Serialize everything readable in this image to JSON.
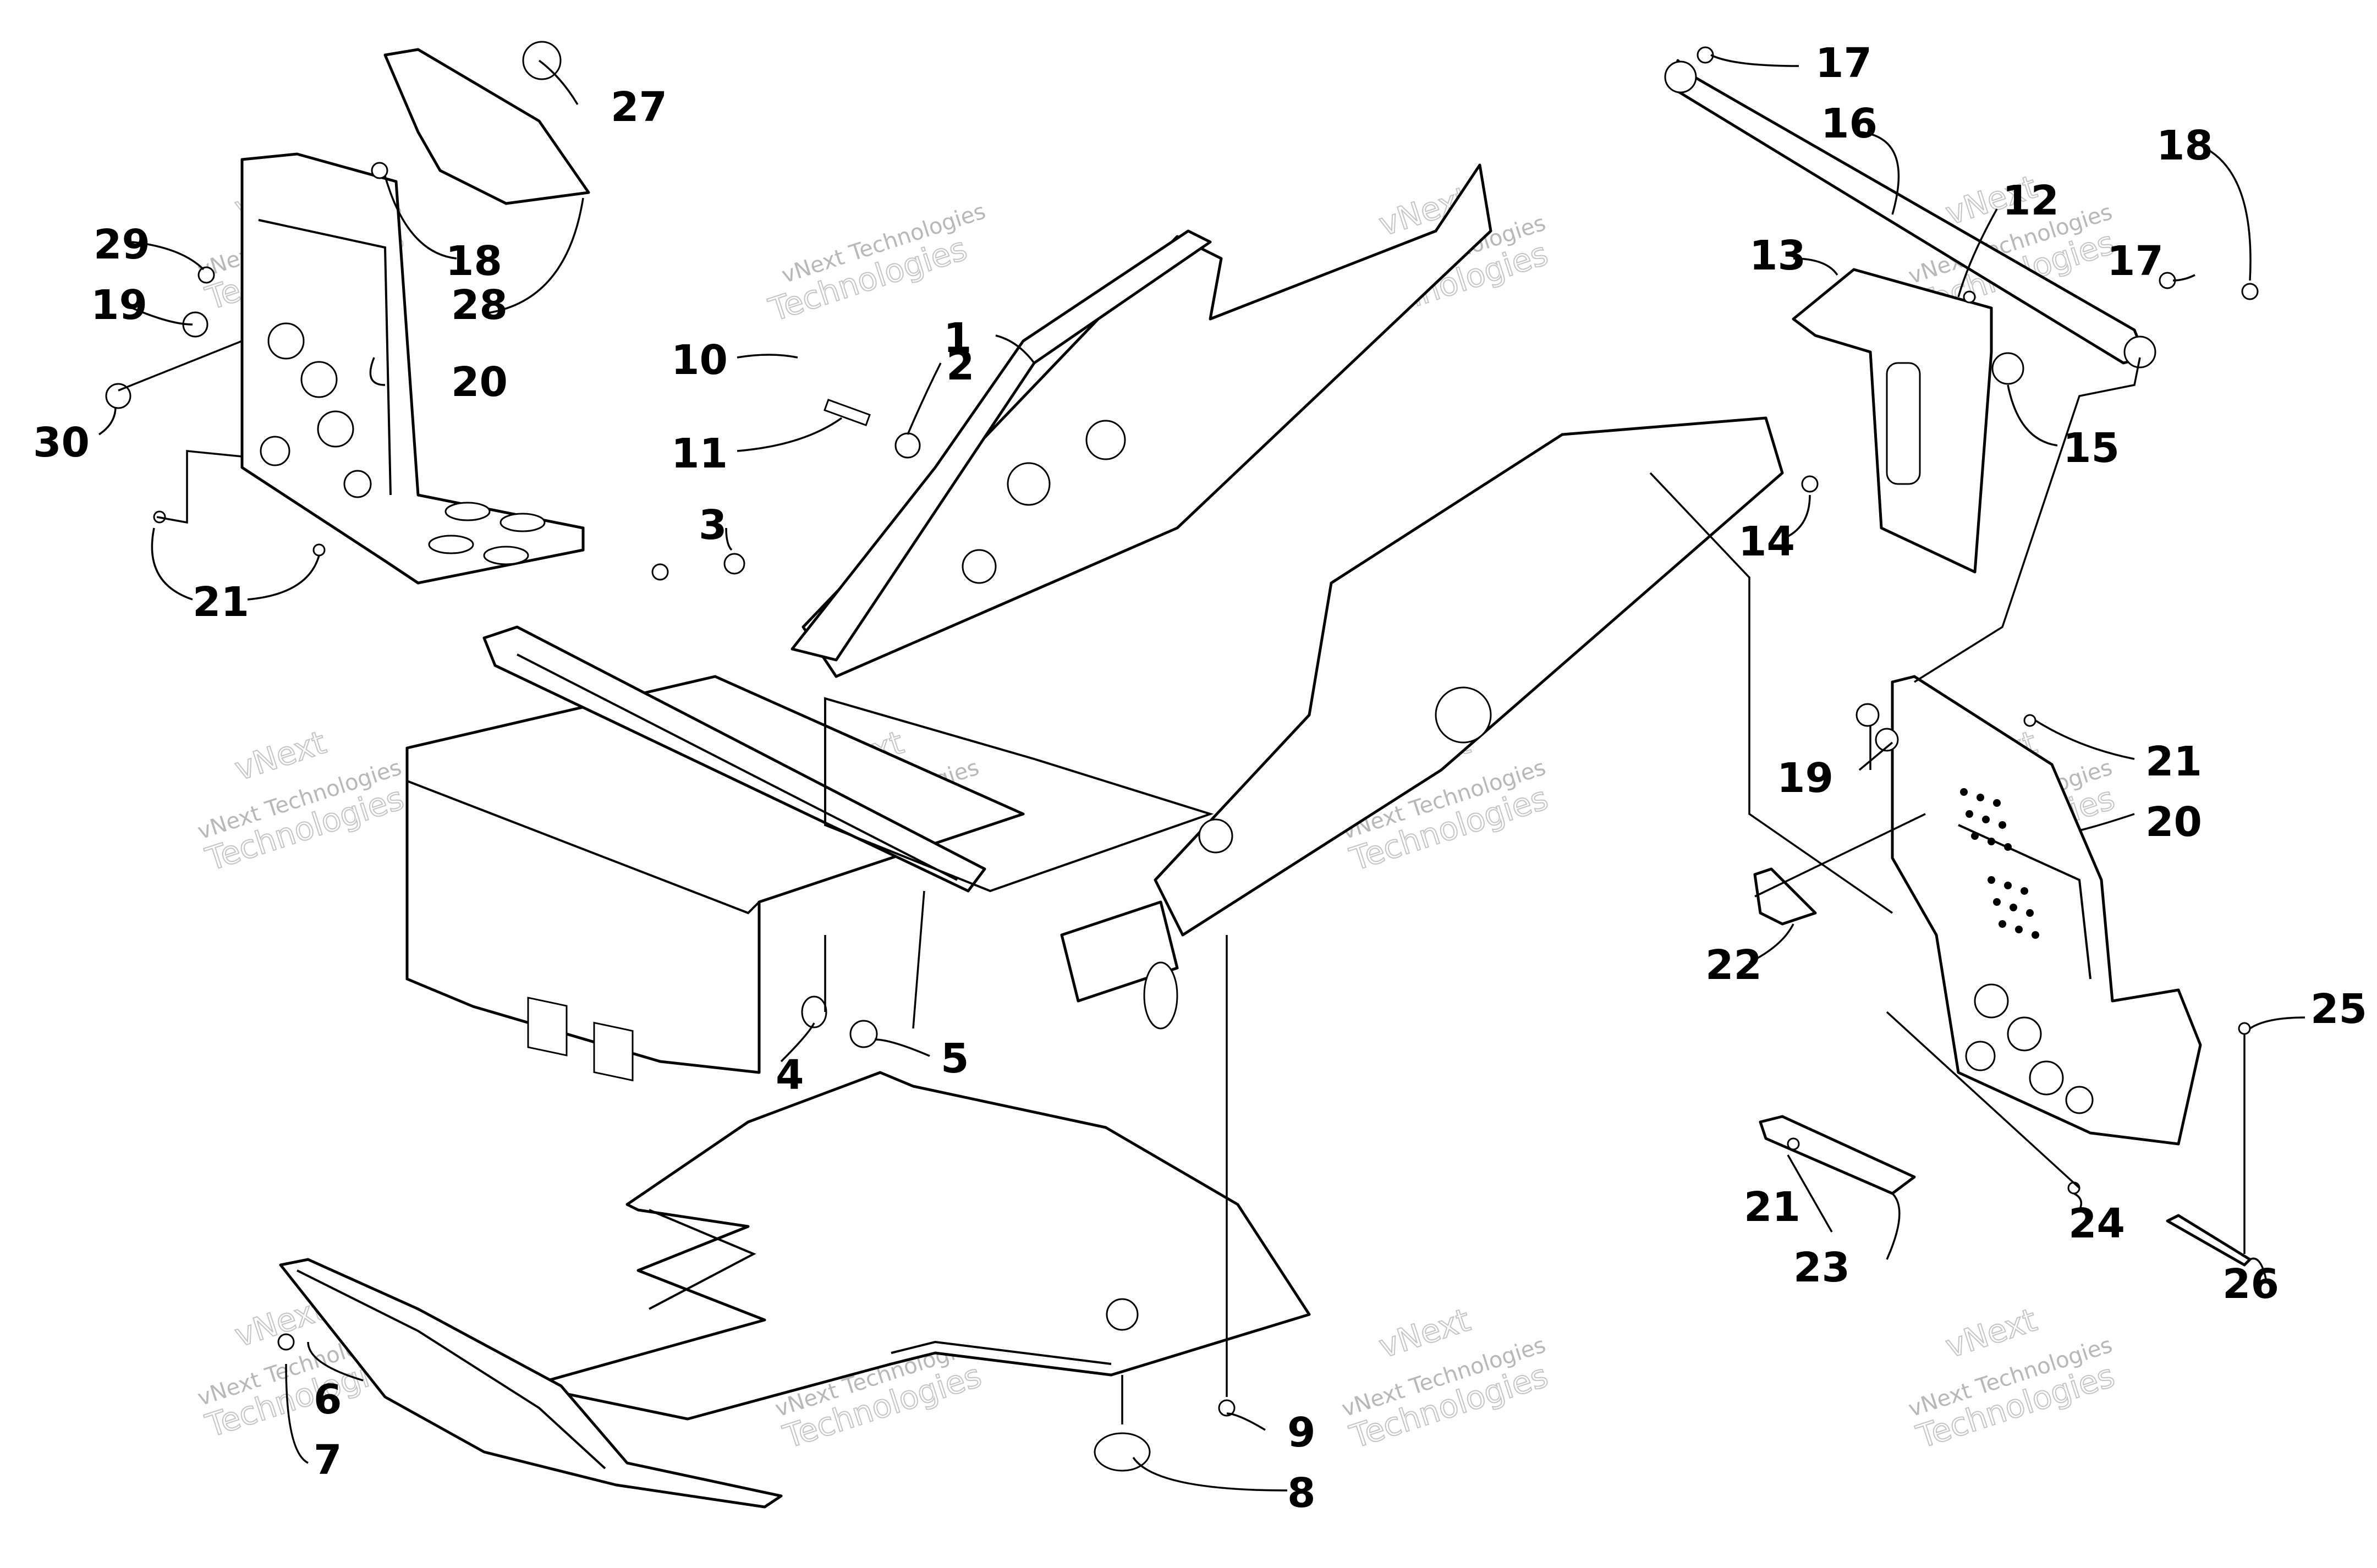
{
  "watermark": {
    "line1": "vNext Technologies",
    "line2a": "vNext",
    "line2b": "Technologies"
  },
  "callouts": {
    "c1": "1",
    "c2": "2",
    "c3": "3",
    "c4": "4",
    "c5": "5",
    "c6": "6",
    "c7": "7",
    "c8": "8",
    "c9": "9",
    "c10": "10",
    "c11": "11",
    "c12": "12",
    "c13": "13",
    "c14": "14",
    "c15": "15",
    "c16": "16",
    "c17a": "17",
    "c17b": "17",
    "c18a": "18",
    "c18b": "18",
    "c19a": "19",
    "c19b": "19",
    "c20a": "20",
    "c20b": "20",
    "c21a": "21",
    "c21b": "21",
    "c21c": "21",
    "c22": "22",
    "c23": "23",
    "c24": "24",
    "c25": "25",
    "c26": "26",
    "c27": "27",
    "c28": "28",
    "c29": "29",
    "c30": "30"
  }
}
